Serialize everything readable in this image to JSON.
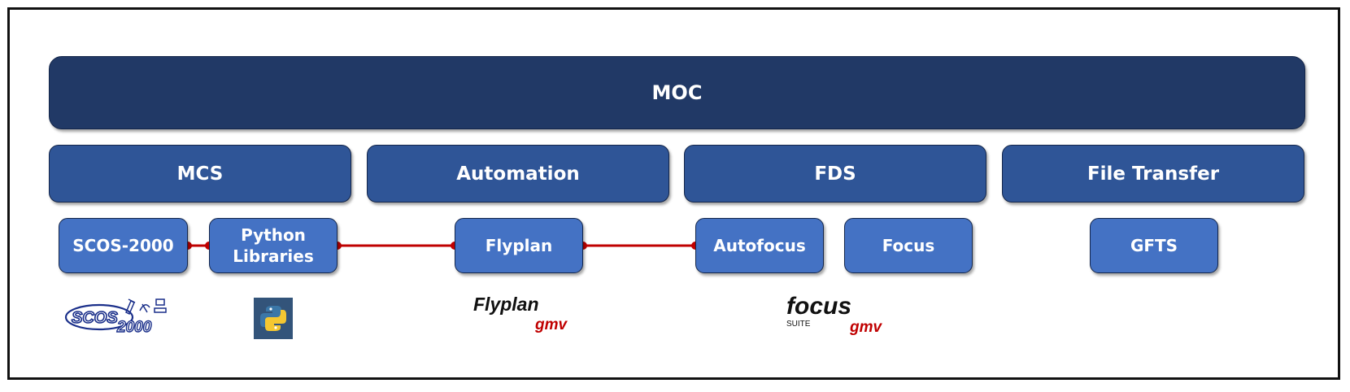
{
  "moc": {
    "label": "MOC"
  },
  "systems": [
    {
      "id": "mcs",
      "label": "MCS"
    },
    {
      "id": "automation",
      "label": "Automation"
    },
    {
      "id": "fds",
      "label": "FDS"
    },
    {
      "id": "file-transfer",
      "label": "File Transfer"
    }
  ],
  "tools": [
    {
      "id": "scos",
      "label": "SCOS-2000"
    },
    {
      "id": "python",
      "label": "Python Libraries"
    },
    {
      "id": "flyplan",
      "label": "Flyplan"
    },
    {
      "id": "autofocus",
      "label": "Autofocus"
    },
    {
      "id": "focus",
      "label": "Focus"
    },
    {
      "id": "gfts",
      "label": "GFTS"
    }
  ],
  "links": [
    {
      "from": "scos",
      "to": "python"
    },
    {
      "from": "python",
      "to": "flyplan"
    },
    {
      "from": "flyplan",
      "to": "autofocus"
    }
  ],
  "logos": {
    "scos": {
      "text": "SCOS",
      "sub": "2000"
    },
    "python": {
      "icon": "python-logo-icon"
    },
    "flyplan": {
      "text": "Flyplan",
      "brand": "gmv"
    },
    "focus": {
      "text": "focus",
      "sub": "SUITE",
      "brand": "gmv"
    }
  },
  "colors": {
    "moc": "#213966",
    "system": "#2f5597",
    "tool": "#4472c4",
    "link": "#c00000",
    "gmv": "#c00000"
  }
}
